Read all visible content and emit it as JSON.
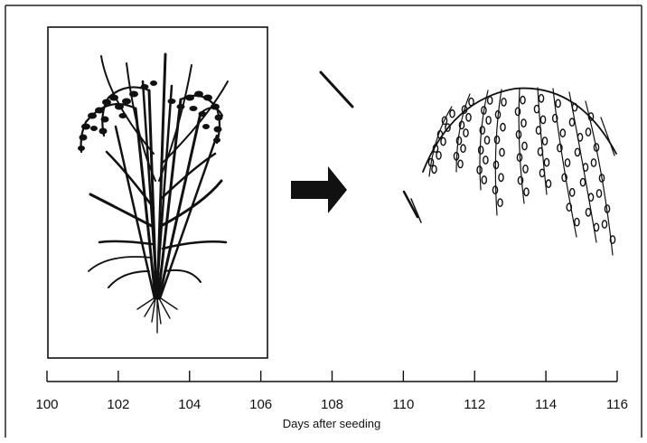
{
  "axis": {
    "title": "Days after seeding",
    "ticks": [
      100,
      102,
      104,
      106,
      108,
      110,
      112,
      114,
      116
    ]
  },
  "panels": {
    "left": "rice-plant-at-heading",
    "arrow": "arrow-right-icon",
    "right": "mature-drooping-panicle"
  },
  "colors": {
    "ink": "#111111",
    "background": "#ffffff"
  }
}
